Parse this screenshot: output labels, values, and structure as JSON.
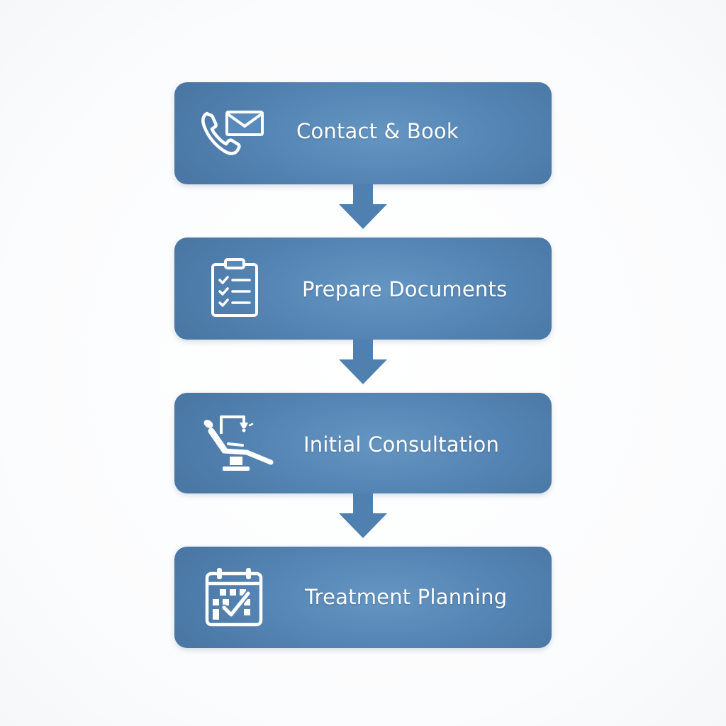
{
  "steps": [
    {
      "label": "Contact & Book",
      "icon": "phone-envelope-icon"
    },
    {
      "label": "Prepare Documents",
      "icon": "clipboard-checklist-icon"
    },
    {
      "label": "Initial Consultation",
      "icon": "dental-chair-icon"
    },
    {
      "label": "Treatment Planning",
      "icon": "calendar-check-icon"
    }
  ],
  "colors": {
    "box": "#5585b4",
    "box_center": "#6596c2",
    "arrow": "#4f80b0",
    "text": "#ffffff"
  }
}
